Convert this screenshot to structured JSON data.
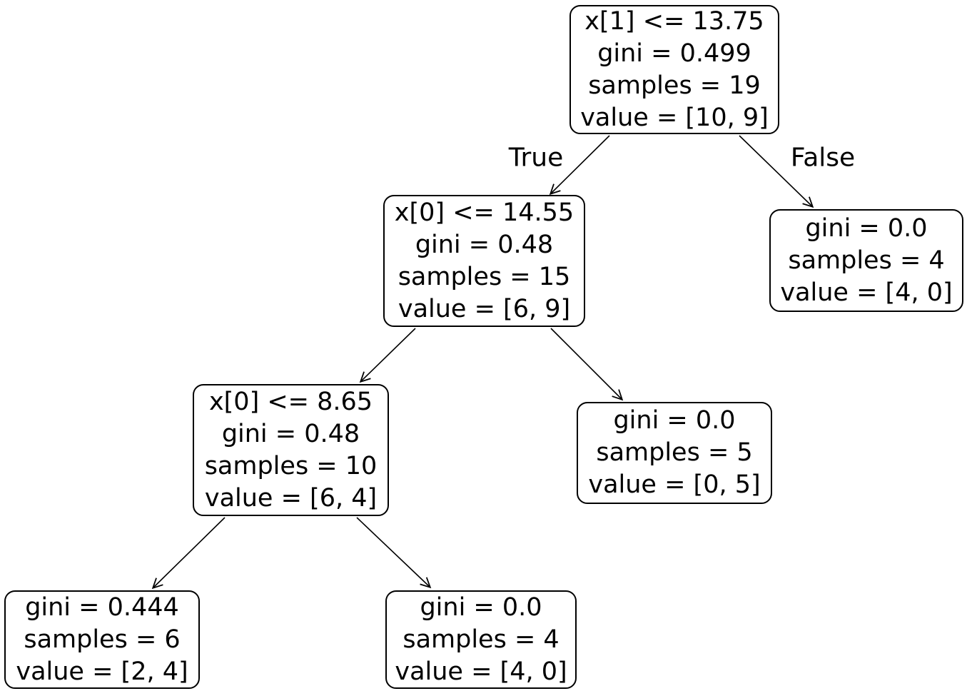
{
  "figure": {
    "kind": "decision-tree-plot",
    "background_color": "#ffffff",
    "node_fill_color": "#ffffff",
    "node_border_color": "#000000",
    "text_color": "#000000"
  },
  "tree": {
    "labels": {
      "true_label": "True",
      "false_label": "False"
    },
    "nodes": [
      {
        "id": "node-0",
        "role": "root-split",
        "lines": [
          "x[1] <= 13.75",
          "gini = 0.499",
          "samples = 19",
          "value = [10, 9]"
        ]
      },
      {
        "id": "node-1",
        "role": "split",
        "lines": [
          "x[0] <= 14.55",
          "gini = 0.48",
          "samples = 15",
          "value = [6, 9]"
        ]
      },
      {
        "id": "node-2",
        "role": "leaf",
        "lines": [
          "gini = 0.0",
          "samples = 4",
          "value = [4, 0]"
        ]
      },
      {
        "id": "node-3",
        "role": "split",
        "lines": [
          "x[0] <= 8.65",
          "gini = 0.48",
          "samples = 10",
          "value = [6, 4]"
        ]
      },
      {
        "id": "node-4",
        "role": "leaf",
        "lines": [
          "gini = 0.0",
          "samples = 5",
          "value = [0, 5]"
        ]
      },
      {
        "id": "node-5",
        "role": "leaf",
        "lines": [
          "gini = 0.444",
          "samples = 6",
          "value = [2, 4]"
        ]
      },
      {
        "id": "node-6",
        "role": "leaf",
        "lines": [
          "gini = 0.0",
          "samples = 4",
          "value = [4, 0]"
        ]
      }
    ],
    "edges": [
      {
        "from": "node-0",
        "to": "node-1",
        "label": "True"
      },
      {
        "from": "node-0",
        "to": "node-2",
        "label": "False"
      },
      {
        "from": "node-1",
        "to": "node-3",
        "label": ""
      },
      {
        "from": "node-1",
        "to": "node-4",
        "label": ""
      },
      {
        "from": "node-3",
        "to": "node-5",
        "label": ""
      },
      {
        "from": "node-3",
        "to": "node-6",
        "label": ""
      }
    ]
  }
}
